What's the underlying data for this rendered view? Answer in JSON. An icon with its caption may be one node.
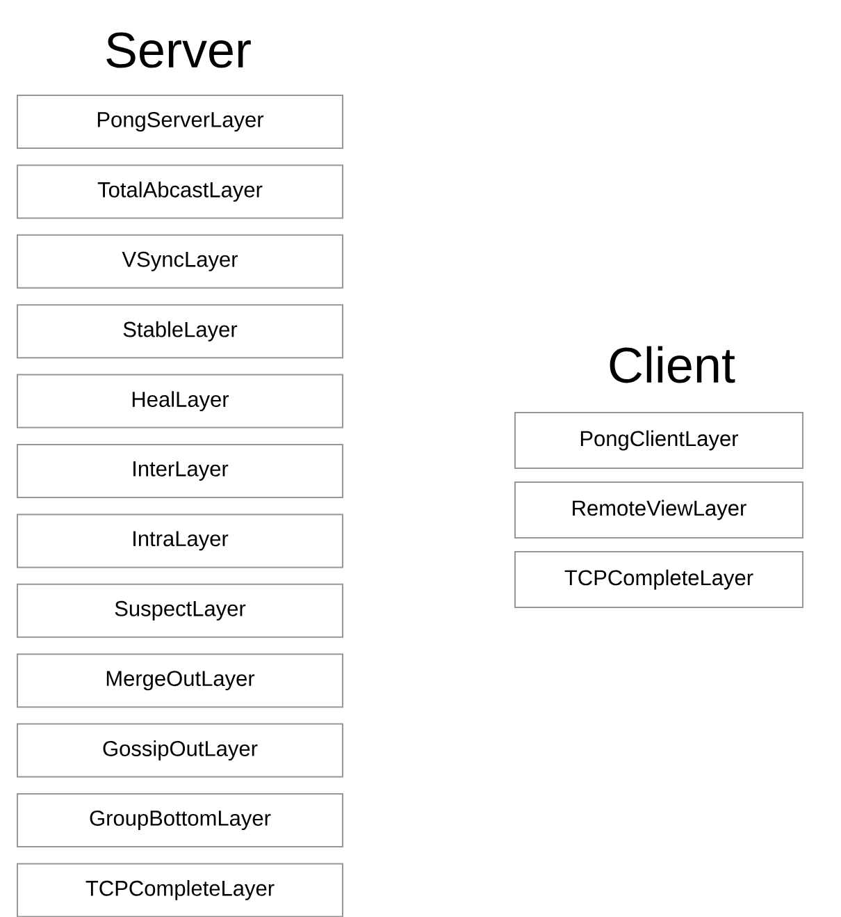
{
  "diagram": {
    "nodes": [
      {
        "text": [
          "PongServerLayer"
        ]
      },
      {
        "text": [
          "TotalAbcastLayer"
        ]
      },
      {
        "text": [
          "VSyncLayer"
        ]
      },
      {
        "text": [
          "StableLayer"
        ]
      },
      {
        "text": [
          "HealLayer"
        ]
      },
      {
        "text": [
          "InterLayer"
        ]
      },
      {
        "text": [
          "IntraLayer"
        ]
      },
      {
        "text": [
          "SuspectLayer"
        ]
      },
      {
        "text": [
          "MergeOutLayer"
        ]
      },
      {
        "text": [
          "GossipOutLayer"
        ]
      },
      {
        "text": [
          "GroupBottomLayer"
        ]
      },
      {
        "text": [
          "TCPCompleteLayer"
        ]
      },
      {
        "text": [
          "PongClientLayer"
        ]
      },
      {
        "text": [
          "RemoteViewLayer"
        ]
      },
      {
        "text": [
          "TCPCompleteLayer"
        ]
      }
    ],
    "labels": [
      "Server",
      "Client"
    ]
  }
}
